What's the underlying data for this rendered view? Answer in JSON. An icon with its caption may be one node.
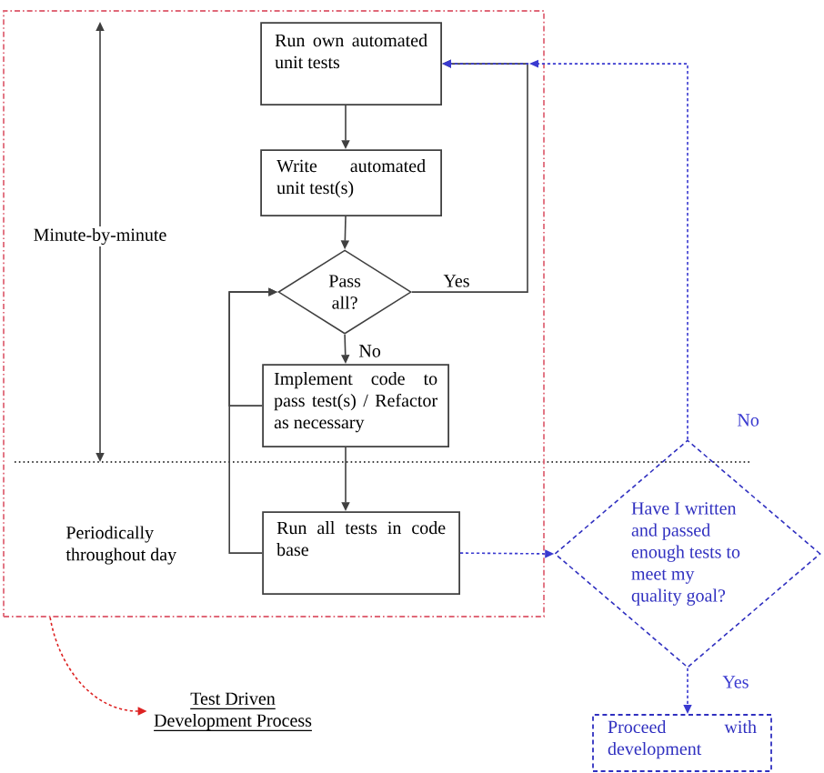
{
  "diagram": {
    "nodes": [
      {
        "text": [],
        "shape": "box"
      },
      {
        "text": [
          "Run own automated unit tests"
        ],
        "in": 0
      },
      {
        "text": [
          "Write automated unit test(s)"
        ],
        "in": 0
      },
      {
        "text": [
          "Pass all?"
        ],
        "in": 0
      },
      {
        "text": [
          "Implement code to pass test(s) / Refactor as necessary"
        ],
        "in": 0
      },
      {
        "text": [
          "Run all tests in code base"
        ],
        "in": 0
      },
      {
        "text": [
          "Have I written and passed enough tests to meet my quality goal?"
        ]
      },
      {
        "text": [
          "Proceed with development"
        ]
      },
      {
        "text": [
          "Test Driven Development Process"
        ]
      }
    ],
    "edges": [
      {
        "from": 1,
        "to": 2,
        "arrow": "to"
      },
      {
        "from": 2,
        "to": 3,
        "arrow": "to"
      },
      {
        "from": 3,
        "to": 4,
        "arrow": "to",
        "label": "No"
      },
      {
        "from": 4,
        "to": 5,
        "arrow": "to"
      },
      {
        "from": 3,
        "to": 1,
        "arrow": "to",
        "label": "Yes"
      },
      {
        "from": 4,
        "to": 3,
        "arrow": "to"
      },
      {
        "from": 5,
        "to": 3,
        "arrow": "to"
      },
      {
        "from": 5,
        "to": 6,
        "arrow": "to",
        "style": "dashed",
        "color": "#3a3ad0"
      },
      {
        "from": 6,
        "to": 1,
        "arrow": "to",
        "label": "No",
        "style": "dashed",
        "color": "#3a3ad0"
      },
      {
        "from": 6,
        "to": 7,
        "arrow": "to",
        "label": "Yes",
        "style": "dashed",
        "color": "#3a3ad0"
      },
      {
        "from": 0,
        "to": 8,
        "arrow": "to",
        "style": "dashed",
        "color": "#dd2222"
      }
    ],
    "labels": [
      "Minute-by-minute",
      "Periodically throughout day"
    ]
  }
}
